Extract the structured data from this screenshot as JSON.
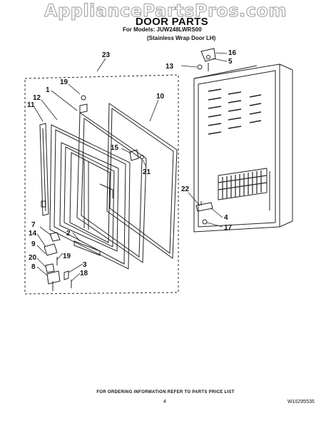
{
  "watermark": "AppliancePartsPros.com",
  "header": {
    "title": "DOOR PARTS",
    "models_line": "For Models: JUW248LWRS00",
    "variant_line": "(Stainless Wrap Door LH)"
  },
  "callouts": {
    "c23": "23",
    "c19a": "19",
    "c1": "1",
    "c12": "12",
    "c11": "11",
    "c10": "10",
    "c15": "15",
    "c21": "21",
    "c2": "2",
    "c7": "7",
    "c14": "14",
    "c9": "9",
    "c19b": "19",
    "c20": "20",
    "c8": "8",
    "c3": "3",
    "c18": "18",
    "c16": "16",
    "c5": "5",
    "c13": "13",
    "c22": "22",
    "c4": "4",
    "c17": "17"
  },
  "footer": {
    "note": "FOR ORDERING INFORMATION REFER TO PARTS PRICE LIST",
    "page_number": "4",
    "doc_number": "W10295535"
  }
}
